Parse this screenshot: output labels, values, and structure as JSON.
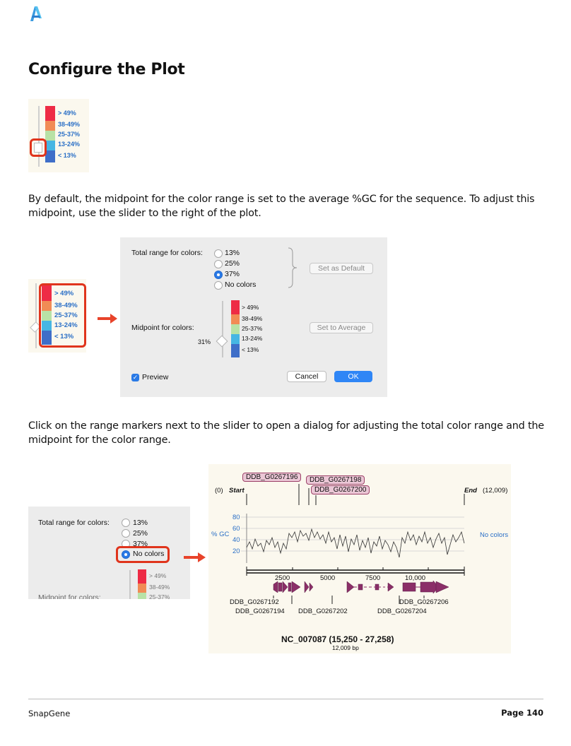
{
  "page": {
    "title": "Configure the Plot",
    "para1": "By default, the midpoint for the color range is set to the average %GC for the sequence. To adjust this midpoint, use the slider to the right of the plot.",
    "para2": "Click on the range markers next to the slider to open a dialog for adjusting the total color range and the midpoint for the color range."
  },
  "legend": {
    "ranges": [
      "> 49%",
      "38-49%",
      "25-37%",
      "13-24%",
      "< 13%"
    ],
    "colors": [
      "#ee2b45",
      "#f18b55",
      "#b8e2a6",
      "#46b6e3",
      "#3f6ec8"
    ]
  },
  "dialog": {
    "total_range_label": "Total range for colors:",
    "options": [
      "13%",
      "25%",
      "37%",
      "No colors"
    ],
    "selected_option": "37%",
    "set_default_label": "Set as Default",
    "midpoint_label": "Midpoint for colors:",
    "set_average_label": "Set to Average",
    "slider_value": "31%",
    "preview_label": "Preview",
    "cancel_label": "Cancel",
    "ok_label": "OK"
  },
  "snippet3": {
    "total_range_label": "Total range for colors:",
    "options": [
      "13%",
      "25%",
      "37%",
      "No colors"
    ],
    "selected_option": "No colors",
    "midpoint_label": "Midpoint for colors:",
    "ranges": [
      "> 49%",
      "38-49%",
      "25-37%"
    ]
  },
  "map": {
    "genes_top": [
      "DDB_G0267196",
      "DDB_G0267198",
      "DDB_G0267200"
    ],
    "start_num": "(0)",
    "start_label": "Start",
    "end_label": "End",
    "end_num": "(12,009)",
    "gc_label": "% GC",
    "gc_ticks": [
      "80",
      "60",
      "40",
      "20"
    ],
    "no_colors_label": "No colors",
    "ruler_ticks": [
      "2500",
      "5000",
      "7500",
      "10,000"
    ],
    "genes_bottom_left": [
      "DDB_G0267192",
      "DDB_G0267194"
    ],
    "gene_bottom_mid": "DDB_G0267202",
    "gene_bottom_right": [
      "DDB_G0267206",
      "DDB_G0267204"
    ],
    "sequence_name": "NC_007087 (15,250 - 27,258)",
    "sequence_length": "12,009 bp",
    "colors": {
      "gene_fill": "#8b2f68",
      "tag_fill": "#ebc7d6"
    }
  },
  "footer": {
    "brand": "SnapGene",
    "page_label": "Page 140"
  }
}
